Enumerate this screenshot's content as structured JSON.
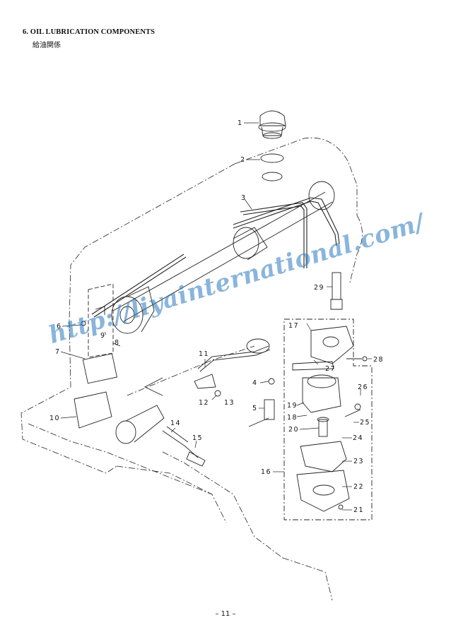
{
  "header": {
    "title_en": "6. OIL LUBRICATION COMPONENTS",
    "title_jp": "給油関係"
  },
  "watermark": {
    "text": "http://liyainternational.com/",
    "color": "#2a78be"
  },
  "labels": {
    "p1": "1",
    "p2": "2",
    "p3": "3",
    "p4": "4",
    "p5": "5",
    "p6": "6",
    "p7": "7",
    "p8": "8",
    "p9": "9",
    "p10": "10",
    "p11": "11",
    "p12": "12",
    "p13": "13",
    "p14": "14",
    "p15": "15",
    "p16": "16",
    "p17": "17",
    "p18": "18",
    "p19": "19",
    "p20": "20",
    "p21": "21",
    "p22": "22",
    "p23": "23",
    "p24": "24",
    "p25": "25",
    "p26": "26",
    "p27": "27",
    "p28": "28",
    "p29": "29"
  },
  "footer": {
    "page_number": "– 11 –"
  }
}
